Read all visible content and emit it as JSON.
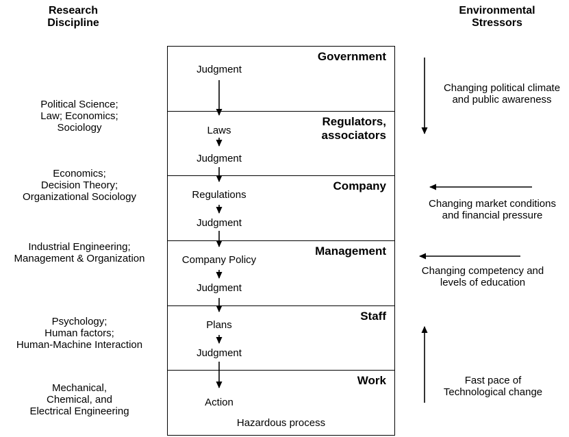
{
  "colors": {
    "line": "#000000",
    "text": "#000000",
    "background": "#ffffff"
  },
  "headers": {
    "left": [
      "Research",
      "Discipline"
    ],
    "right": [
      "Environmental",
      "Stressors"
    ]
  },
  "disciplines": [
    [
      "Political Science;",
      "Law; Economics;",
      "Sociology"
    ],
    [
      "Economics;",
      "Decision Theory;",
      "Organizational Sociology"
    ],
    [
      "Industrial Engineering;",
      "Management & Organization"
    ],
    [
      "Psychology;",
      "Human factors;",
      "Human-Machine Interaction"
    ],
    [
      "Mechanical,",
      "Chemical, and",
      "Electrical Engineering"
    ]
  ],
  "levels": [
    {
      "title": [
        "Government"
      ],
      "flows": [
        "Judgment"
      ]
    },
    {
      "title": [
        "Regulators,",
        "associators"
      ],
      "flows": [
        "Laws",
        "Judgment"
      ]
    },
    {
      "title": [
        "Company"
      ],
      "flows": [
        "Regulations",
        "Judgment"
      ]
    },
    {
      "title": [
        "Management"
      ],
      "flows": [
        "Company Policy",
        "Judgment"
      ]
    },
    {
      "title": [
        "Staff"
      ],
      "flows": [
        "Plans",
        "Judgment"
      ]
    },
    {
      "title": [
        "Work"
      ],
      "flows": [
        "Action"
      ]
    }
  ],
  "process_label": "Hazardous process",
  "stressors": [
    {
      "direction": "down",
      "lines": [
        "Changing political climate",
        "and public awareness"
      ]
    },
    {
      "direction": "left",
      "lines": [
        "Changing market conditions",
        "and financial pressure"
      ]
    },
    {
      "direction": "left",
      "lines": [
        "Changing competency and",
        "levels of education"
      ]
    },
    {
      "direction": "up",
      "lines": [
        "Fast pace of",
        "Technological change"
      ]
    }
  ]
}
